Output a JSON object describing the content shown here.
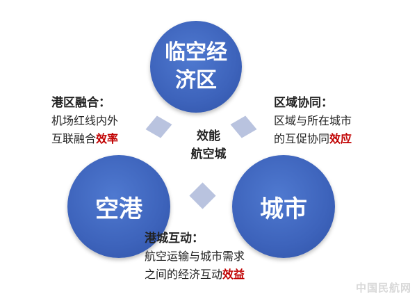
{
  "circles": {
    "top": [
      "临空经",
      "济区"
    ],
    "left": "空港",
    "right": "城市"
  },
  "center": [
    "效能",
    "航空城"
  ],
  "blocks": {
    "left": {
      "head": "港区融合：",
      "line1": "机场红线内外",
      "line2_prefix": "互联融合",
      "line2_red": "效率"
    },
    "right": {
      "head": "区域协同：",
      "line1": "区域与所在城市",
      "line2_prefix": "的互促协同",
      "line2_red": "效应"
    },
    "bottom": {
      "head": "港城互动：",
      "line1": "航空运输与城市需求",
      "line2_prefix": "之间的经济互动",
      "line2_red": "效益"
    }
  },
  "colors": {
    "circle": "#3d63bb",
    "diamond": "#b9c3df",
    "highlight": "#c00000"
  },
  "watermark": "中国民航网"
}
